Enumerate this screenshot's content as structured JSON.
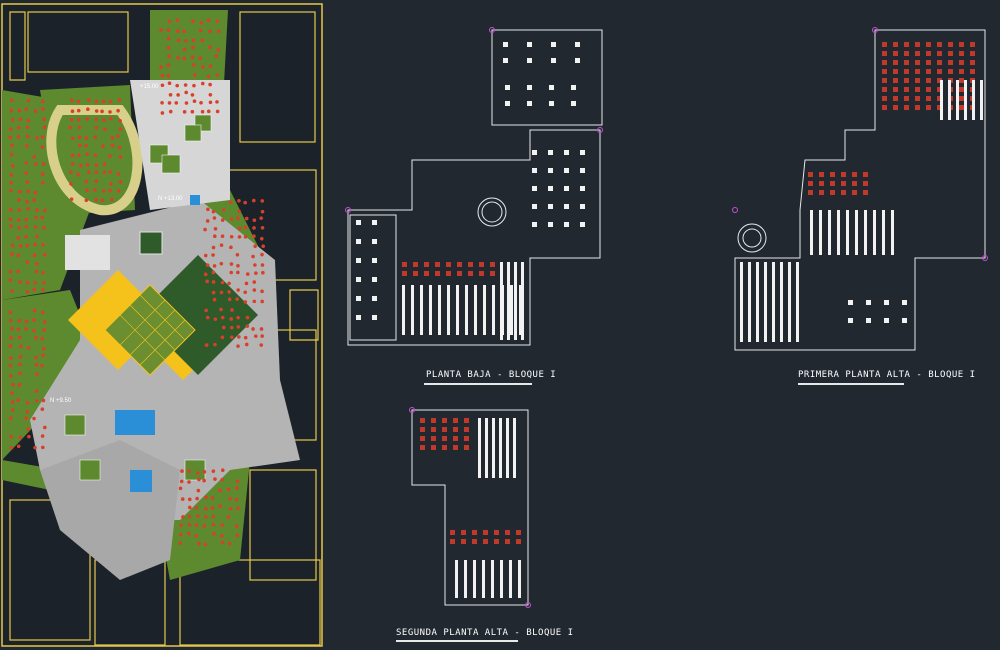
{
  "drawing": {
    "title_ground": "PLANTA BAJA - BLOQUE I",
    "title_first": "PRIMERA PLANTA ALTA - BLOQUE I",
    "title_second": "SEGUNDA PLANTA ALTA - BLOQUE I",
    "site_label_1": "+15.00",
    "site_label_2": "N +13.00",
    "site_label_3": "N +9.50"
  },
  "colors": {
    "background": "#212830",
    "site_frame": "#e6c84a",
    "building_outline": "#e6c84a",
    "lawn": "#5d8a2e",
    "tree": "#d9402a",
    "plaza": "#c8c8c8",
    "yellow_block": "#f4c21a",
    "dark_green_block": "#2f5a2a",
    "water": "#2a8fd6",
    "wall": "#e8e8e8",
    "furniture_red": "#c0392b",
    "furniture_white": "#f2f2f2",
    "grid_mark": "#c94fd6"
  }
}
